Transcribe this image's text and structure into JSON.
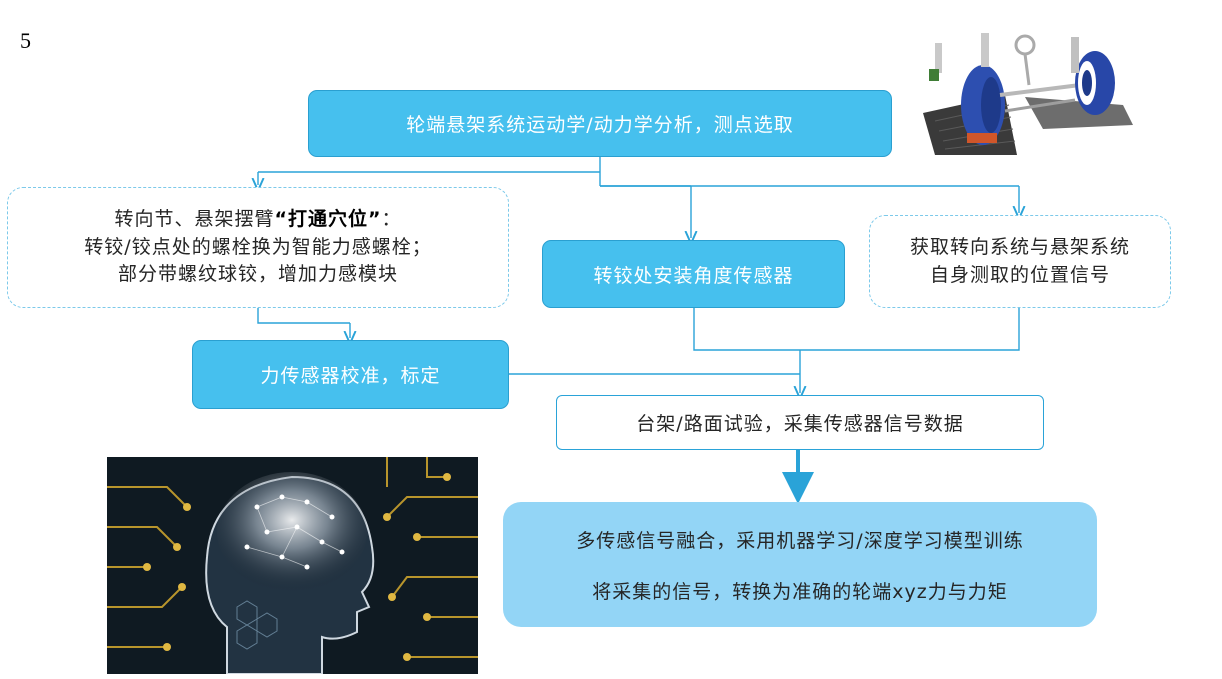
{
  "slide_number": "5",
  "nodes": {
    "top": "轮端悬架系统运动学/动力学分析，测点选取",
    "left_dashed": {
      "line1_prefix": "转向节、悬架摆臂",
      "line1_bold": "“打通穴位”",
      "line1_suffix": "：",
      "line2": "转铰/铰点处的螺栓换为智能力感螺栓；",
      "line3": "部分带螺纹球铰，增加力感模块"
    },
    "middle": "转铰处安装角度传感器",
    "right_dashed": {
      "line1": "获取转向系统与悬架系统",
      "line2": "自身测取的位置信号"
    },
    "calibrate": "力传感器校准，标定",
    "test": "台架/路面试验，采集传感器信号数据",
    "final": {
      "line1": "多传感信号融合，采用机器学习/深度学习模型训练",
      "line2": "将采集的信号，转换为准确的轮端xyz力与力矩"
    }
  },
  "colors": {
    "accent": "#46c0ee",
    "arrow": "#2aa3d8",
    "light_box": "#93d5f6"
  },
  "images": {
    "top_right": "suspension-wheel-model",
    "bottom_left": "ai-brain-circuit"
  }
}
